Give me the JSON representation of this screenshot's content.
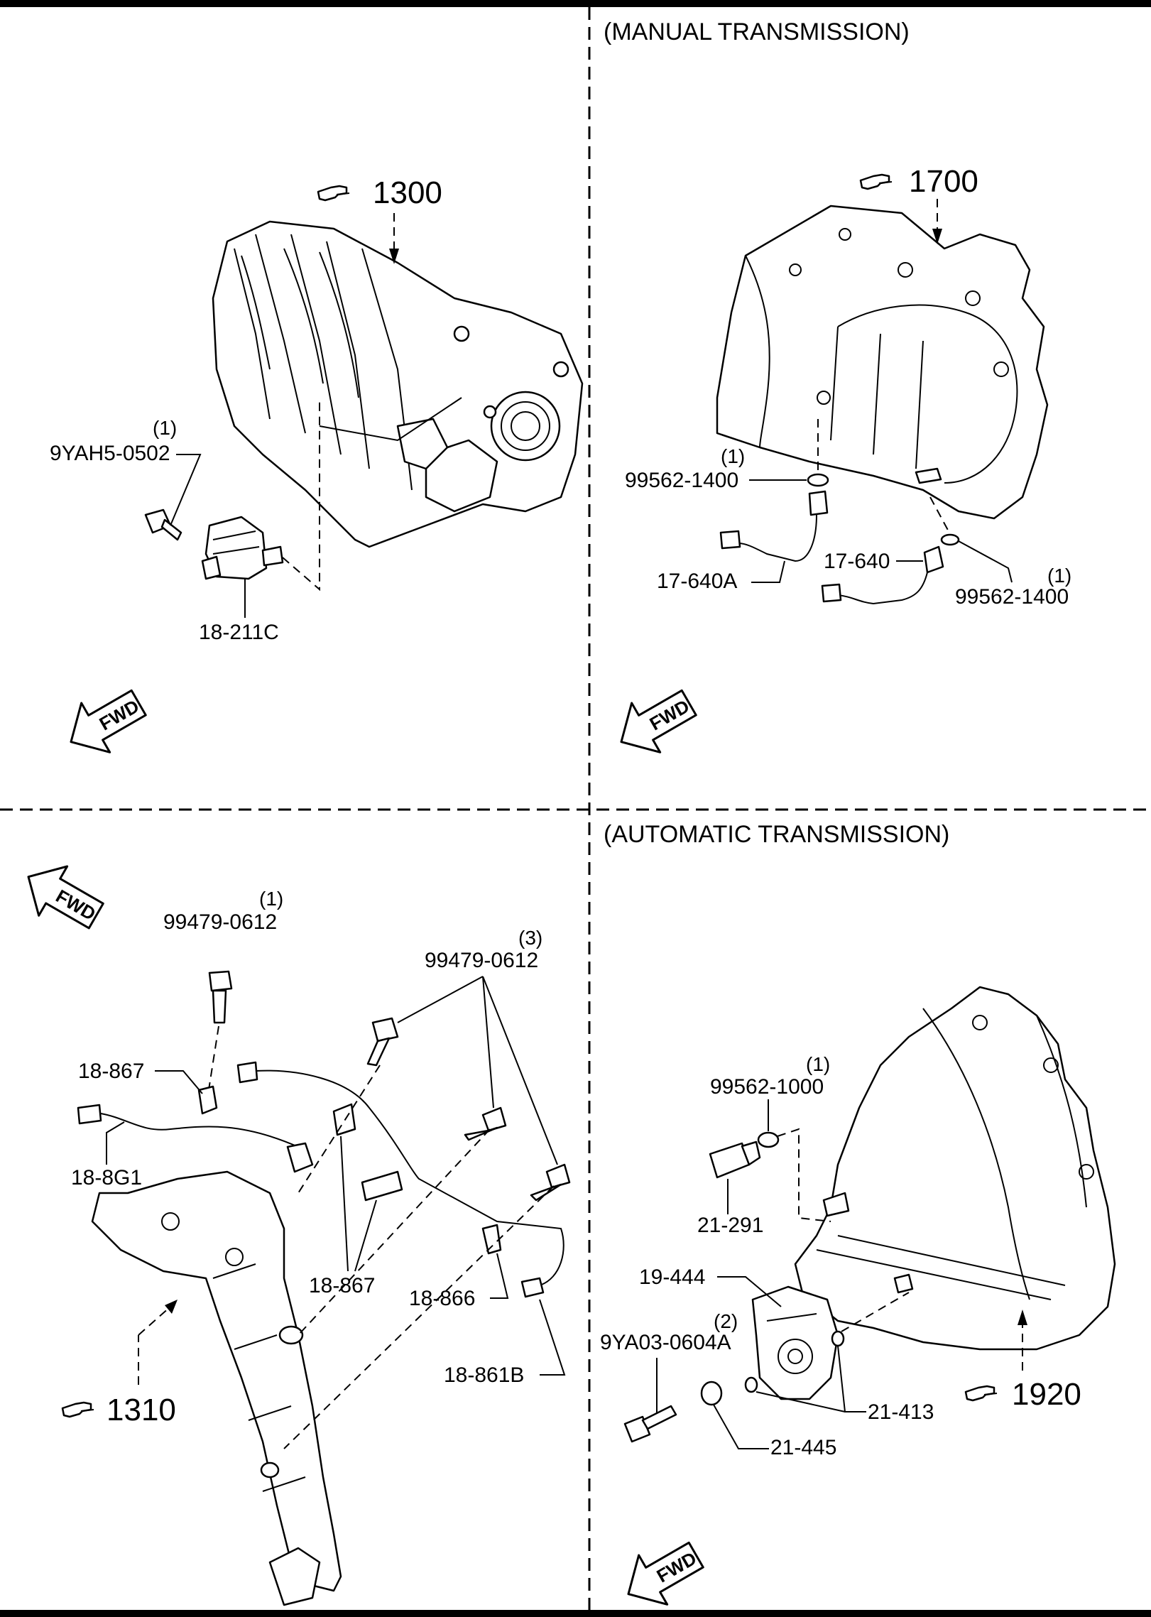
{
  "headers": {
    "manual": "(MANUAL TRANSMISSION)",
    "automatic": "(AUTOMATIC TRANSMISSION)"
  },
  "fwd_label": "FWD",
  "refs": {
    "r1300": "1300",
    "r1700": "1700",
    "r1310": "1310",
    "r1920": "1920"
  },
  "callouts": {
    "q1": "(1)",
    "q2": "(2)",
    "q3": "(3)",
    "p9yah5_0502": "9YAH5-0502",
    "p18_211c": "18-211C",
    "p99562_1400_a": "99562-1400",
    "p99562_1400_b": "99562-1400",
    "p17_640": "17-640",
    "p17_640a": "17-640A",
    "p99479_0612_a": "99479-0612",
    "p99479_0612_b": "99479-0612",
    "p18_867_a": "18-867",
    "p18_867_b": "18-867",
    "p18_8g1": "18-8G1",
    "p18_866": "18-866",
    "p18_861b": "18-861B",
    "p99562_1000": "99562-1000",
    "p21_291": "21-291",
    "p19_444": "19-444",
    "p9ya03_0604a": "9YA03-0604A",
    "p21_445": "21-445",
    "p21_413": "21-413"
  }
}
